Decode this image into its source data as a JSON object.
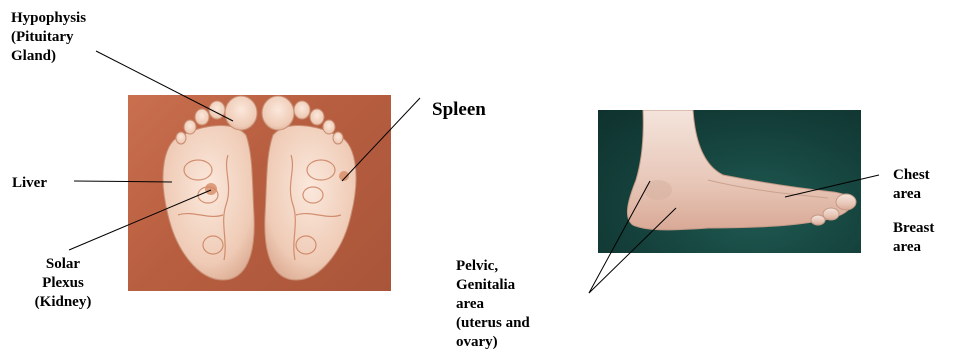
{
  "labels": {
    "hypophysis": "Hypophysis\n(Pituitary\nGland)",
    "spleen": "Spleen",
    "liver": "Liver",
    "solar_plexus": "Solar\nPlexus\n(Kidney)",
    "chest_area": "Chest\narea",
    "breast_area": "Breast\narea",
    "pelvic_genitalia": "Pelvic,\nGenitalia\narea\n(uterus and\novary)"
  }
}
